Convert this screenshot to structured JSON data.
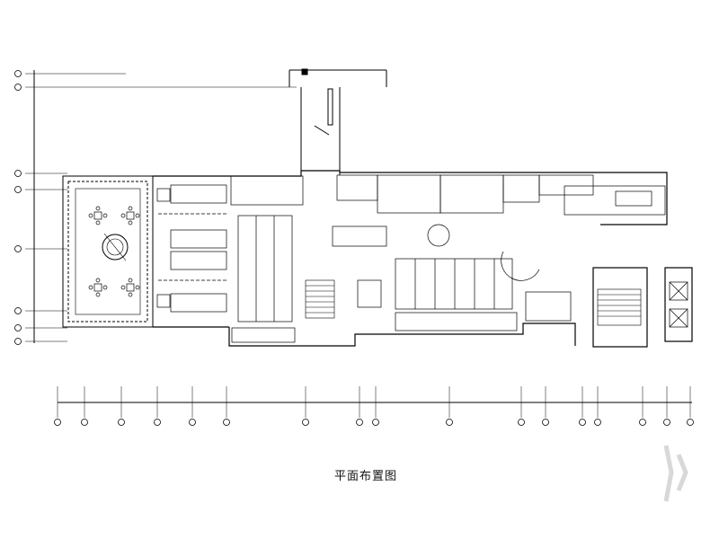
{
  "drawing": {
    "caption": "平面布置图"
  },
  "colors": {
    "line": "#000000",
    "background": "#ffffff",
    "watermark": "#d8d8d8"
  },
  "icons": {
    "grid-bubble": "circle",
    "stair": "hatched-steps",
    "elevator": "box-with-x",
    "table-set": "square-table-with-chairs",
    "round-table": "circle-table",
    "watermark": "logo-mark"
  }
}
